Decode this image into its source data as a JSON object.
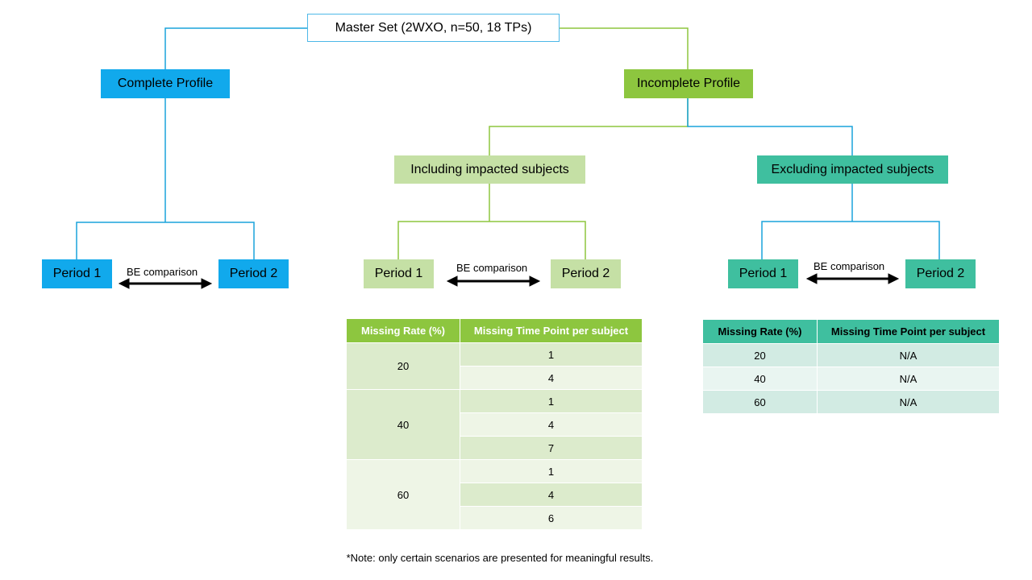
{
  "master": {
    "label": "Master Set (2WXO, n=50, 18 TPs)"
  },
  "complete_branch": {
    "label": "Complete Profile",
    "period1": "Period 1",
    "period2": "Period 2",
    "comparison": "BE comparison"
  },
  "incomplete_branch": {
    "label": "Incomplete Profile",
    "including": {
      "label": "Including impacted subjects",
      "period1": "Period 1",
      "period2": "Period 2",
      "comparison": "BE comparison",
      "table": {
        "headers": [
          "Missing Rate (%)",
          "Missing Time Point per subject"
        ],
        "groups": [
          {
            "rate": "20",
            "points": [
              "1",
              "4"
            ]
          },
          {
            "rate": "40",
            "points": [
              "1",
              "4",
              "7"
            ]
          },
          {
            "rate": "60",
            "points": [
              "1",
              "4",
              "6"
            ]
          }
        ]
      }
    },
    "excluding": {
      "label": "Excluding impacted subjects",
      "period1": "Period 1",
      "period2": "Period 2",
      "comparison": "BE comparison",
      "table": {
        "headers": [
          "Missing Rate (%)",
          "Missing Time Point per subject"
        ],
        "rows": [
          {
            "rate": "20",
            "points": "N/A"
          },
          {
            "rate": "40",
            "points": "N/A"
          },
          {
            "rate": "60",
            "points": "N/A"
          }
        ]
      }
    }
  },
  "note": "*Note: only certain scenarios are presented for meaningful results.",
  "colors": {
    "blue": "#11a9ec",
    "green": "#8dc63f",
    "light_green": "#c5e0a5",
    "teal": "#3fbf9f"
  }
}
